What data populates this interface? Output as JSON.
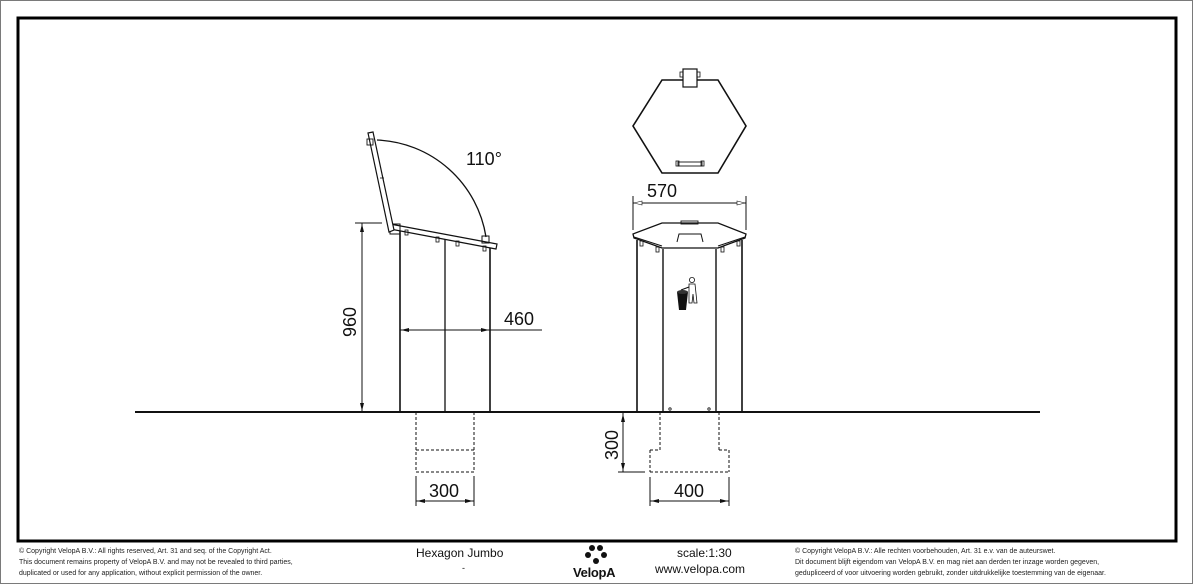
{
  "drawing": {
    "title": "Hexagon Jumbo",
    "subtitle": "-",
    "scale": "scale:1:30",
    "website": "www.velopa.com",
    "brand": "VelopA",
    "dimensions": {
      "lid_angle": "110°",
      "height": "960",
      "depth": "460",
      "width": "570",
      "foundation_depth": "300",
      "foundation_width_side": "300",
      "foundation_width_front": "400"
    },
    "views": [
      "side-view",
      "top-view",
      "front-view"
    ]
  },
  "footer": {
    "copyright_en": [
      "©  Copyright VelopA B.V.: All rights reserved, Art. 31 and seq. of the Copyright Act.",
      "This document remains property of VelopA B.V. and may not be revealed to third parties,",
      "duplicated or used for any application, without explicit permission of the owner."
    ],
    "copyright_nl": [
      "©  Copyright VelopA B.V.: Alle rechten voorbehouden, Art. 31 e.v. van de auteurswet.",
      "Dit document blijft eigendom van VelopA B.V. en mag niet aan derden ter inzage worden gegeven,",
      "gedupliceerd of voor uitvoering worden gebruikt, zonder uitdrukkelijke toestemming van de eigenaar."
    ]
  },
  "colors": {
    "line": "#111111",
    "frame": "#000000",
    "background": "#ffffff"
  }
}
